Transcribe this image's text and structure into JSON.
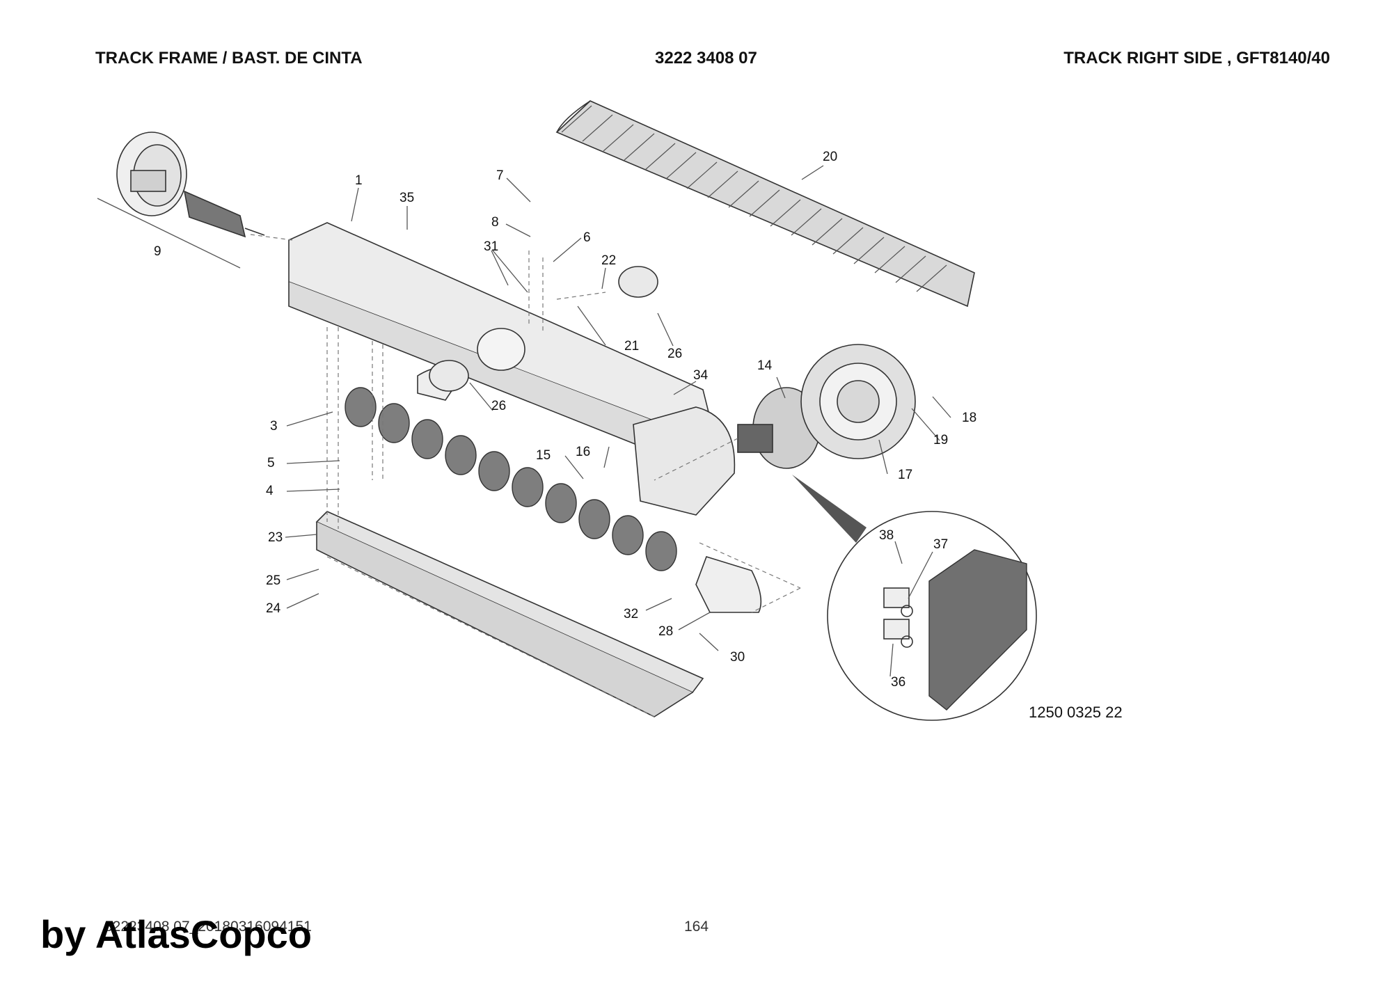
{
  "header": {
    "left_title": "TRACK FRAME / BAST. DE CINTA",
    "part_number": "3222 3408 07",
    "right_title": "TRACK RIGHT SIDE , GFT8140/40"
  },
  "diagram": {
    "callouts": [
      "1",
      "3",
      "4",
      "5",
      "6",
      "7",
      "8",
      "9",
      "14",
      "15",
      "16",
      "17",
      "18",
      "19",
      "20",
      "21",
      "22",
      "23",
      "24",
      "25",
      "26",
      "26",
      "28",
      "30",
      "31",
      "32",
      "34",
      "35",
      "36",
      "37",
      "38"
    ],
    "drawing_reference": "1250 0325 22",
    "colors": {
      "line": "#333333",
      "part_fill": "#e6e6e6",
      "dark_fill": "#8a8a8a"
    }
  },
  "footer": {
    "document_id": "32223408 07_20180316094151",
    "page_number": "164",
    "brand_watermark": "by AtlasCopco"
  }
}
